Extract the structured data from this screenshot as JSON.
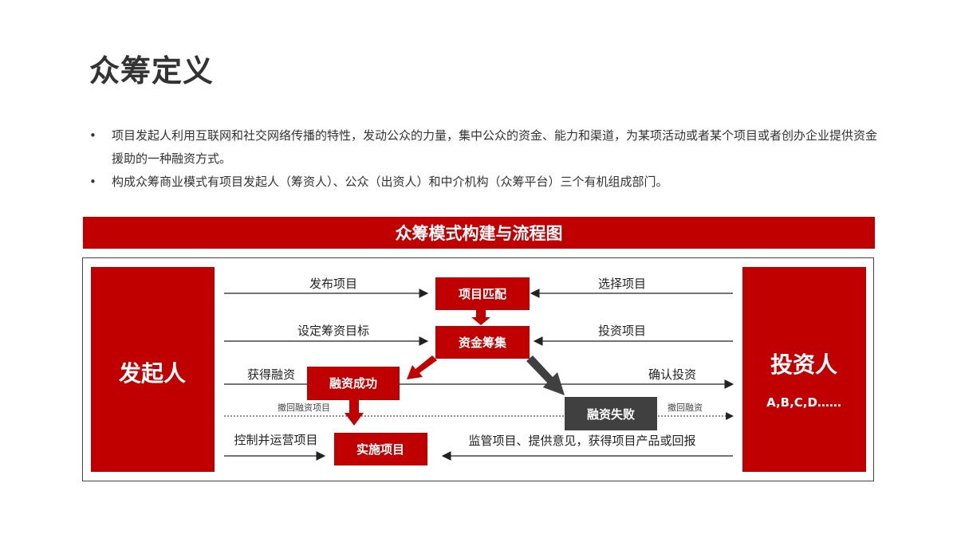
{
  "title": "众筹定义",
  "bullets": [
    {
      "marker": "•",
      "text": "项目发起人利用互联网和社交网络传播的特性，发动公众的力量，集中公众的资金、能力和渠道，为某项活动或者某个项目或者创办企业提供资金援助的一种融资方式。"
    },
    {
      "marker": "•",
      "text": "构成众筹商业模式有项目发起人（筹资人）、公众（出资人）和中介机构（众筹平台）三个有机组成部门。"
    }
  ],
  "diagram": {
    "banner": "众筹模式构建与流程图",
    "nodes": {
      "initiator": "发起人",
      "investor": "投资人",
      "investor_sub": "A,B,C,D……",
      "match": "项目匹配",
      "raise": "资金筹集",
      "success": "融资成功",
      "fail": "融资失败",
      "implement": "实施项目"
    },
    "edges": {
      "publish": "发布项目",
      "select": "选择项目",
      "set_target": "设定筹资目标",
      "invest": "投资项目",
      "get_finance": "获得融资",
      "confirm": "确认投资",
      "withdraw_project": "撤回融资项目",
      "withdraw_finance": "撤回融资",
      "control": "控制并运营项目",
      "supervise": "监管项目、提供意见，获得项目产品或回报"
    },
    "colors": {
      "red": "#c00000",
      "dark": "#404040",
      "line": "#222222"
    }
  }
}
